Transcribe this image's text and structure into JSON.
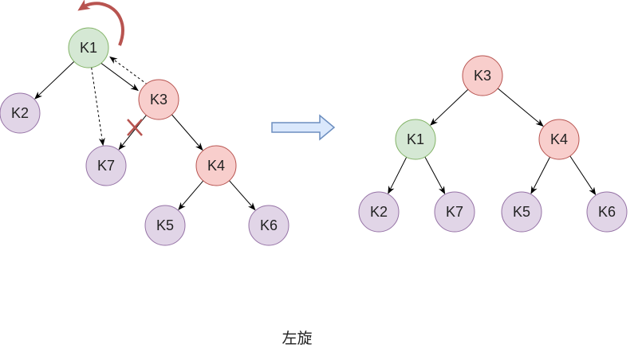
{
  "caption": "左旋",
  "colors": {
    "green_fill": "#d5e8d4",
    "green_stroke": "#82b366",
    "red_fill": "#f8cecc",
    "red_stroke": "#b85450",
    "purple_fill": "#e1d5e7",
    "purple_stroke": "#9673a6",
    "edge": "#000000",
    "arrow_fill": "#dae8fc",
    "arrow_stroke": "#6c8ebf",
    "rotate_arrow": "#b85450",
    "cross": "#b85450"
  },
  "before_tree": {
    "nodes": [
      {
        "id": "b-K1",
        "label": "K1",
        "color": "green"
      },
      {
        "id": "b-K2",
        "label": "K2",
        "color": "purple"
      },
      {
        "id": "b-K3",
        "label": "K3",
        "color": "red"
      },
      {
        "id": "b-K7",
        "label": "K7",
        "color": "purple"
      },
      {
        "id": "b-K4",
        "label": "K4",
        "color": "red"
      },
      {
        "id": "b-K5",
        "label": "K5",
        "color": "purple"
      },
      {
        "id": "b-K6",
        "label": "K6",
        "color": "purple"
      }
    ],
    "edges": [
      {
        "from": "b-K1",
        "to": "b-K2",
        "style": "solid"
      },
      {
        "from": "b-K1",
        "to": "b-K3",
        "style": "solid"
      },
      {
        "from": "b-K3",
        "to": "b-K7",
        "style": "solid",
        "removed": true
      },
      {
        "from": "b-K3",
        "to": "b-K4",
        "style": "solid"
      },
      {
        "from": "b-K4",
        "to": "b-K5",
        "style": "solid"
      },
      {
        "from": "b-K4",
        "to": "b-K6",
        "style": "solid"
      },
      {
        "from": "b-K1",
        "to": "b-K7",
        "style": "dashed"
      },
      {
        "from": "b-K3",
        "to": "b-K1",
        "style": "dashed"
      }
    ]
  },
  "after_tree": {
    "nodes": [
      {
        "id": "a-K3",
        "label": "K3",
        "color": "red"
      },
      {
        "id": "a-K1",
        "label": "K1",
        "color": "green"
      },
      {
        "id": "a-K4",
        "label": "K4",
        "color": "red"
      },
      {
        "id": "a-K2",
        "label": "K2",
        "color": "purple"
      },
      {
        "id": "a-K7",
        "label": "K7",
        "color": "purple"
      },
      {
        "id": "a-K5",
        "label": "K5",
        "color": "purple"
      },
      {
        "id": "a-K6",
        "label": "K6",
        "color": "purple"
      }
    ],
    "edges": [
      {
        "from": "a-K3",
        "to": "a-K1",
        "style": "solid"
      },
      {
        "from": "a-K3",
        "to": "a-K4",
        "style": "solid"
      },
      {
        "from": "a-K1",
        "to": "a-K2",
        "style": "solid"
      },
      {
        "from": "a-K1",
        "to": "a-K7",
        "style": "solid"
      },
      {
        "from": "a-K4",
        "to": "a-K5",
        "style": "solid"
      },
      {
        "from": "a-K4",
        "to": "a-K6",
        "style": "solid"
      }
    ]
  }
}
